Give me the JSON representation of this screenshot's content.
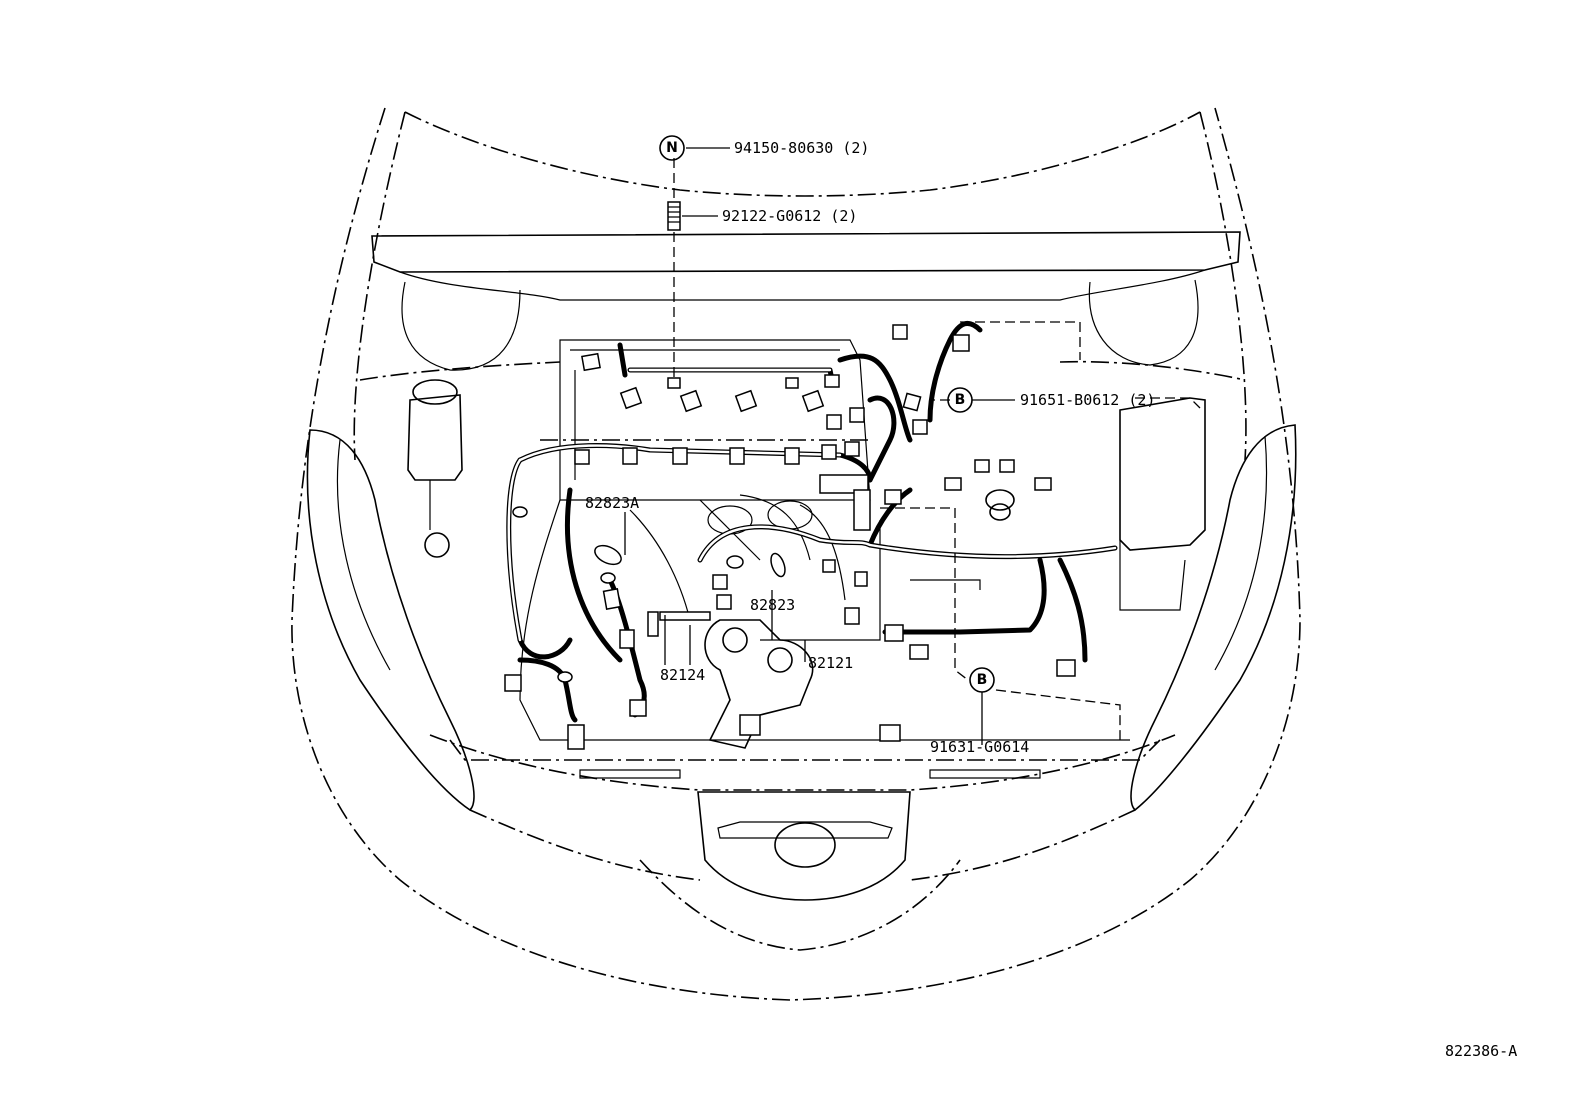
{
  "callouts": {
    "n_circle": "N",
    "b_circle_upper": "B",
    "b_circle_lower": "B"
  },
  "parts": {
    "nut": "94150-80630 (2)",
    "stud": "92122-G0612 (2)",
    "bolt_upper": "91651-B0612 (2)",
    "bolt_lower": "91631-G0614",
    "harness_a": "82823A",
    "harness_b": "82823",
    "harness_c": "82124",
    "harness_d": "82121"
  },
  "figure_id": "822386-A"
}
